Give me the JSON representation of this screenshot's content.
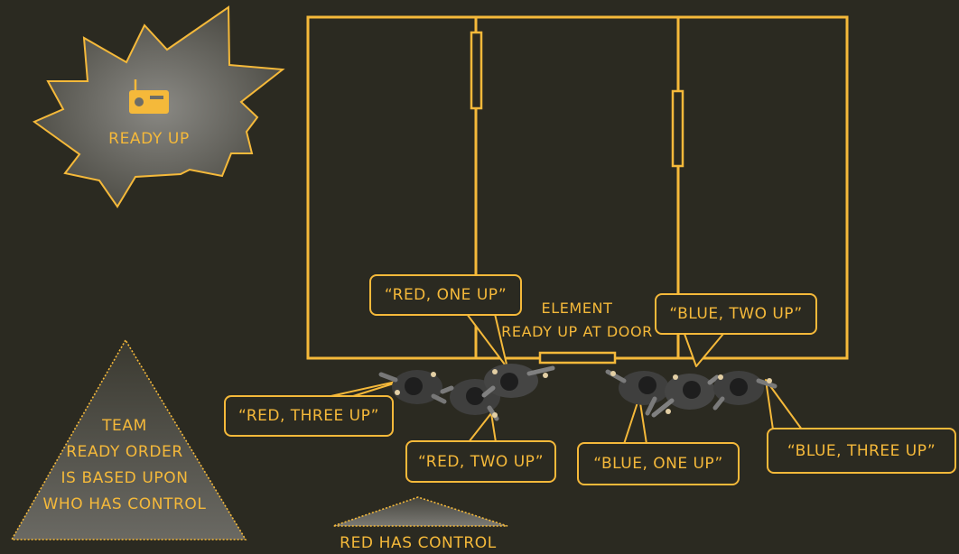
{
  "colors": {
    "background": "#2b2a21",
    "accent": "#f5b93a",
    "burst_fill": "#6e6d66"
  },
  "burst": {
    "icon": "radio-icon",
    "label": "READY UP"
  },
  "door_label": {
    "line1": "ELEMENT",
    "line2": "READY UP AT DOOR"
  },
  "callouts": {
    "red_one": "“RED, ONE UP”",
    "red_two": "“RED, TWO UP”",
    "red_three": "“RED, THREE UP”",
    "blue_one": "“BLUE, ONE UP”",
    "blue_two": "“BLUE, TWO UP”",
    "blue_three": "“BLUE, THREE UP”"
  },
  "team_triangle": {
    "line1": "TEAM",
    "line2": "READY ORDER",
    "line3": "IS BASED UPON",
    "line4": "WHO HAS CONTROL"
  },
  "control_label": "RED HAS CONTROL"
}
